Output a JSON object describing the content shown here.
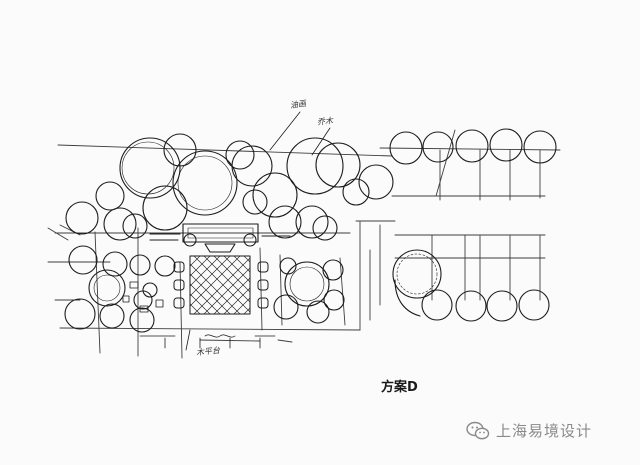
{
  "plan": {
    "title": "方案D",
    "notes": [
      "油画",
      "乔木",
      "木平台"
    ]
  },
  "watermark": {
    "text": "上海易境设计",
    "icon": "wechat-icon"
  },
  "colors": {
    "ink": "#1c1c1c",
    "paper": "#fbfbfb",
    "watermark": "#8a8a8a"
  }
}
